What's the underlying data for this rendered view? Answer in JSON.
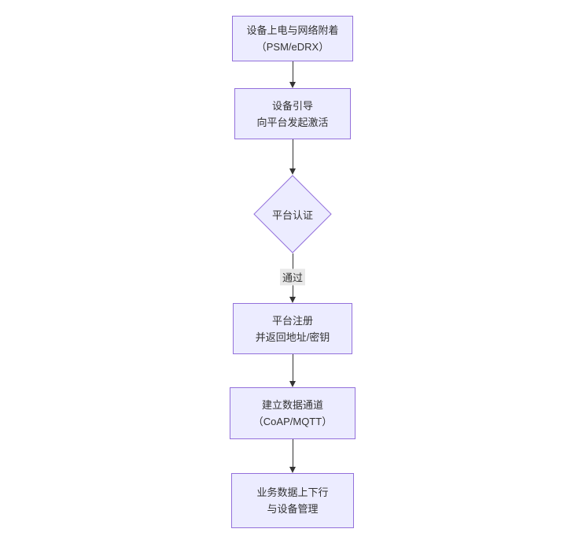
{
  "diagram": {
    "type": "flowchart",
    "direction": "top-down",
    "colors": {
      "background": "#ffffff",
      "node_fill": "#ECECFF",
      "node_border": "#9370DB",
      "text": "#333333",
      "arrow": "#333333",
      "edge_label_bg": "#e8e8e8"
    },
    "nodes": [
      {
        "id": "power-attach",
        "type": "rect",
        "lines": [
          "设备上电与网络附着",
          "（PSM/eDRX）"
        ]
      },
      {
        "id": "bootstrap",
        "type": "rect",
        "lines": [
          "设备引导",
          "向平台发起激活"
        ]
      },
      {
        "id": "platform-auth",
        "type": "diamond",
        "lines": [
          "平台认证"
        ]
      },
      {
        "id": "platform-register",
        "type": "rect",
        "lines": [
          "平台注册",
          "并返回地址/密钥"
        ]
      },
      {
        "id": "data-channel",
        "type": "rect",
        "lines": [
          "建立数据通道",
          "（CoAP/MQTT）"
        ]
      },
      {
        "id": "business-data",
        "type": "rect",
        "lines": [
          "业务数据上下行",
          "与设备管理"
        ]
      }
    ],
    "edges": [
      {
        "from": "power-attach",
        "to": "bootstrap",
        "label": ""
      },
      {
        "from": "bootstrap",
        "to": "platform-auth",
        "label": ""
      },
      {
        "from": "platform-auth",
        "to": "platform-register",
        "label": "通过"
      },
      {
        "from": "platform-register",
        "to": "data-channel",
        "label": ""
      },
      {
        "from": "data-channel",
        "to": "business-data",
        "label": ""
      }
    ]
  }
}
